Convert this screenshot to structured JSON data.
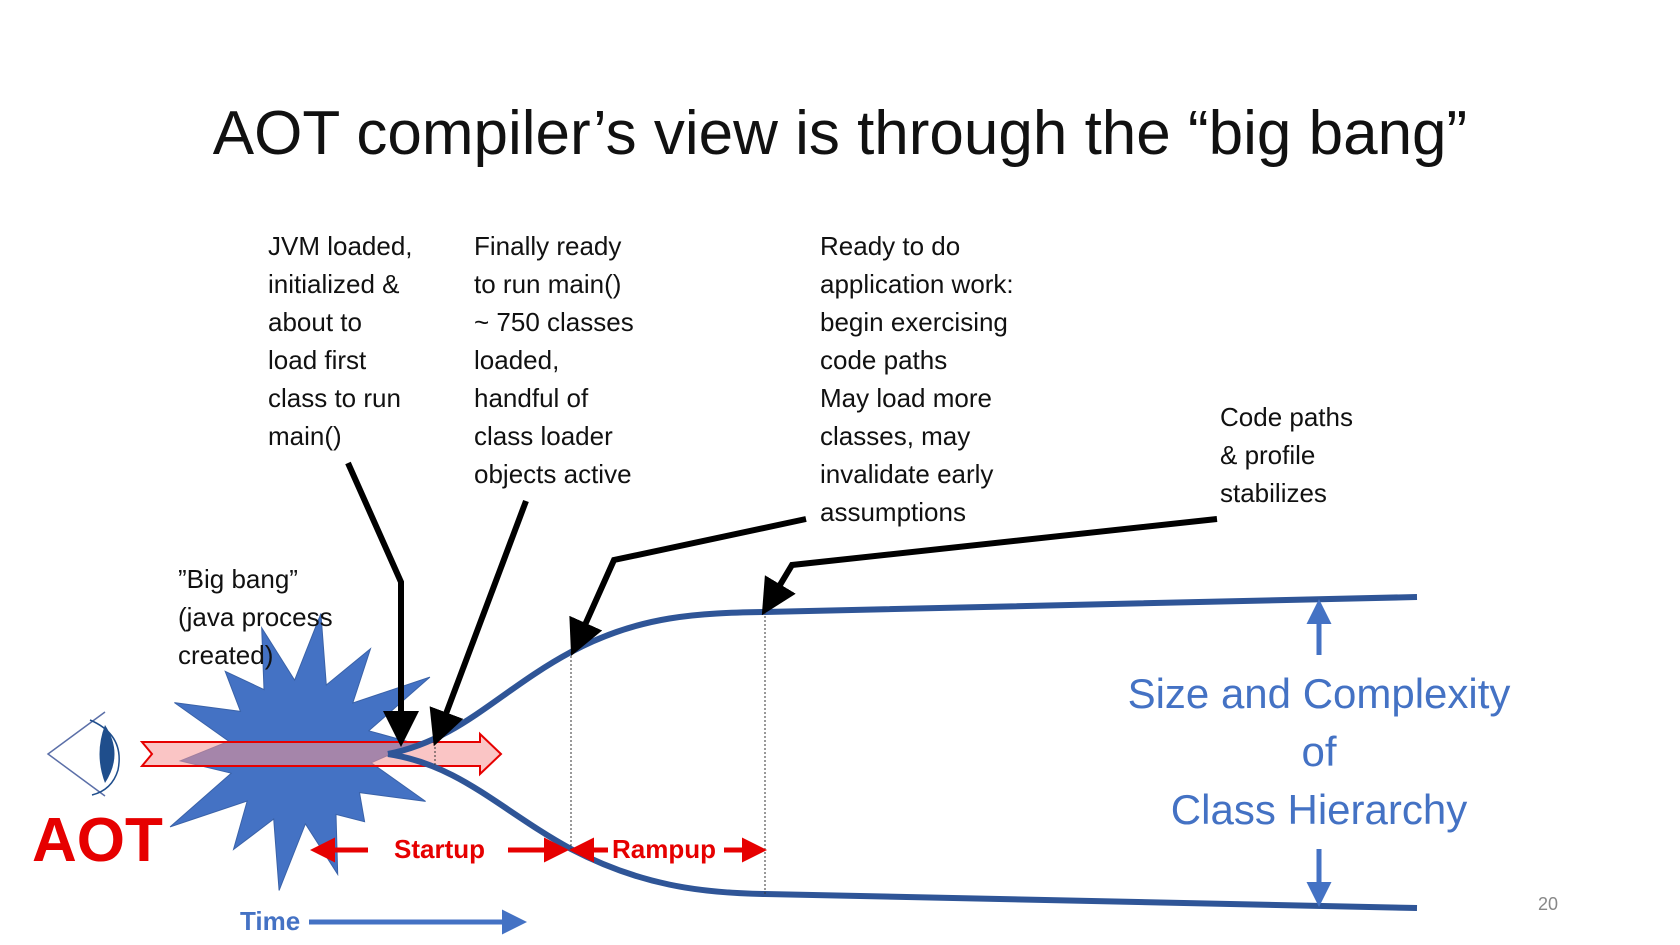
{
  "title": "AOT compiler’s view is through the “big bang”",
  "notes": {
    "jvm_loaded": [
      "JVM loaded,",
      "initialized &",
      "about to",
      "load first",
      "class to run",
      "main()"
    ],
    "finally_ready": [
      "Finally ready",
      "to run main()",
      "~ 750 classes",
      "loaded,",
      "handful of",
      "class loader",
      "objects active"
    ],
    "ready_app_work": [
      "Ready to do",
      "application work:",
      "begin exercising",
      "code paths",
      "May load more",
      "classes, may",
      "invalidate early",
      "assumptions"
    ],
    "stabilizes": [
      "Code paths",
      "& profile",
      "stabilizes"
    ],
    "big_bang": [
      "”Big bang”",
      "(java process",
      "created)"
    ]
  },
  "aot_label": "AOT",
  "phases": {
    "startup": "Startup",
    "rampup": "Rampup"
  },
  "time_label": "Time",
  "size_label": [
    "Size and Complexity",
    "of",
    "Class Hierarchy"
  ],
  "page_number": "20",
  "colors": {
    "red": "#e60000",
    "blue": "#4472c4",
    "curve": "#2f5597",
    "black": "#000000"
  }
}
